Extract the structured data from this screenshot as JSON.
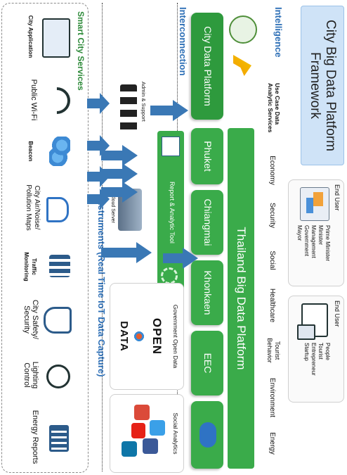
{
  "framework": {
    "title": "City Big Data Platform Framework",
    "intelligence": "Intelligence",
    "interconnection": "Interconnection",
    "instruments": "Instruments (Real Time IoT Data Capture)"
  },
  "use_case": {
    "header": "Use Case Data Analytic Services",
    "items": [
      "Economy",
      "Security",
      "Social",
      "Healthcare",
      "Tourist Behavior",
      "Environment",
      "Energy"
    ]
  },
  "end_users": [
    {
      "label": "End User",
      "roles": [
        "Prime Minister",
        "Minister",
        "Management",
        "Government",
        "Mayor"
      ]
    },
    {
      "label": "End User",
      "roles": [
        "People",
        "Tourist",
        "Entrepreneur",
        "Startup"
      ]
    }
  ],
  "city_platform": {
    "title": "City Data Platform",
    "cities": [
      "Phuket",
      "Chiangmai",
      "Khonkaen",
      "EEC"
    ]
  },
  "thailand_platform": "Thailand Big Data Platform",
  "tools": {
    "report": "Report & Analytic Tool",
    "admin": "Admin & Support",
    "cloud": "Cloud Server",
    "open_data": "Government Open Data",
    "open_logo_top": "OPEN",
    "open_logo_bottom": "DATA",
    "social": "Social Analytics"
  },
  "smart_city": {
    "header": "Smart City Services",
    "items": [
      {
        "label": "City Application",
        "icon": "devices-icon"
      },
      {
        "label": "Public Wi-Fi",
        "icon": "wifi-icon"
      },
      {
        "label": "Beacon",
        "icon": "beacon-icon"
      },
      {
        "label": "City Air/Noise/ Pollution Maps",
        "icon": "air-icon"
      },
      {
        "label": "Traffic Monitoring",
        "icon": "traffic-icon"
      },
      {
        "label": "City Safety/ Security",
        "icon": "shield-icon"
      },
      {
        "label": "Lighting Control",
        "icon": "lightbulb-icon"
      },
      {
        "label": "Energy Reports",
        "icon": "battery-icon"
      }
    ]
  },
  "colors": {
    "green": "#3aab4a",
    "blue": "#4a90d9",
    "arrow": "#3a78b5",
    "light_blue": "#cfe3f7"
  }
}
